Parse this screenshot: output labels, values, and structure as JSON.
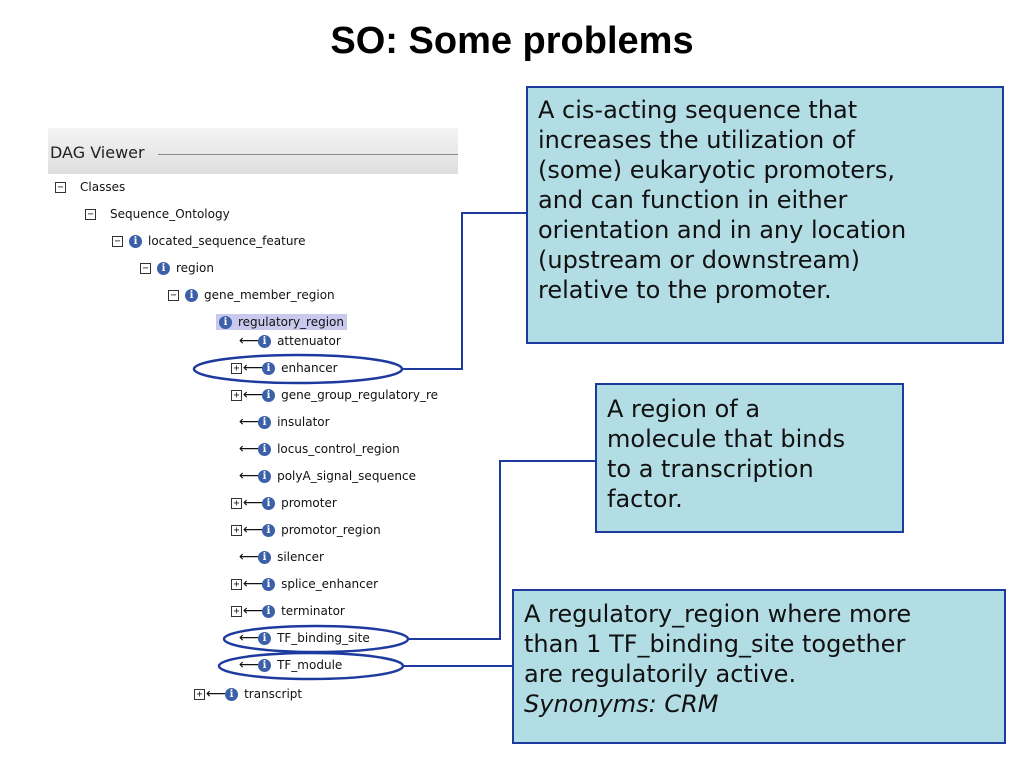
{
  "title": "SO: Some problems",
  "dag_viewer": {
    "title": "DAG Viewer",
    "nodes": [
      {
        "label": "Classes"
      },
      {
        "label": "Sequence_Ontology"
      },
      {
        "label": "located_sequence_feature"
      },
      {
        "label": "region"
      },
      {
        "label": "gene_member_region"
      },
      {
        "label": "regulatory_region"
      },
      {
        "label": "attenuator"
      },
      {
        "label": "enhancer"
      },
      {
        "label": "gene_group_regulatory_re"
      },
      {
        "label": "insulator"
      },
      {
        "label": "locus_control_region"
      },
      {
        "label": "polyA_signal_sequence"
      },
      {
        "label": "promoter"
      },
      {
        "label": "promotor_region"
      },
      {
        "label": "silencer"
      },
      {
        "label": "splice_enhancer"
      },
      {
        "label": "terminator"
      },
      {
        "label": "TF_binding_site"
      },
      {
        "label": "TF_module"
      },
      {
        "label": "transcript"
      }
    ]
  },
  "callouts": {
    "enhancer": "A cis-acting sequence that\nincreases the utilization of\n(some) eukaryotic promoters,\nand can function in either\norientation and in any location\n(upstream or downstream)\nrelative to the promoter.",
    "tf_binding_site": "A region of a\nmolecule that binds\nto a transcription\nfactor.",
    "tf_module": "A regulatory_region where more\nthan 1 TF_binding_site together\nare regulatorily active.",
    "tf_module_synonyms": "Synonyms: CRM"
  },
  "colors": {
    "callout_fill": "#b3dde5",
    "callout_border": "#1d3a9e",
    "highlight_ellipse": "#1d3a9e",
    "selected_node": "#c9c9ee",
    "info_icon": "#3b5fa8"
  }
}
